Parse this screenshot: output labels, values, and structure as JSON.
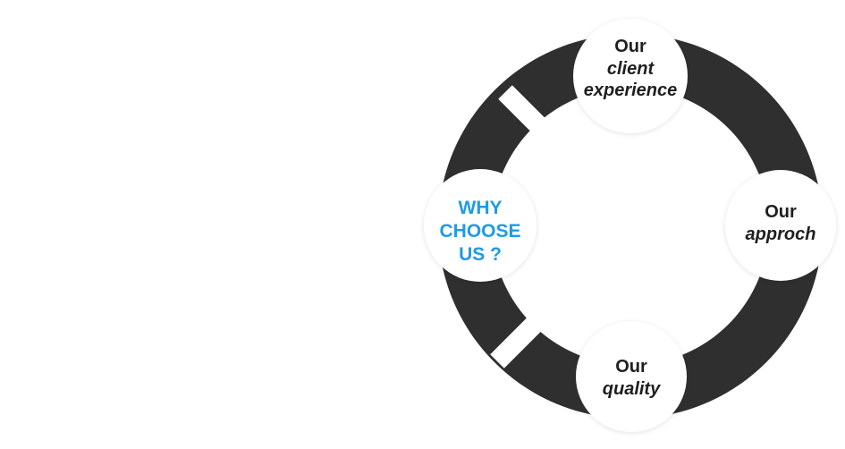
{
  "diagram": {
    "center": {
      "lines": [
        "WHY",
        "CHOOSE",
        "US ?"
      ],
      "color": "#1e9be6"
    },
    "nodes": [
      {
        "id": "client-experience",
        "lines": [
          "Our",
          "client",
          "experience"
        ]
      },
      {
        "id": "approach",
        "lines": [
          "Our",
          "approch"
        ]
      },
      {
        "id": "quality",
        "lines": [
          "Our",
          "quality"
        ]
      }
    ],
    "colors": {
      "ring": "#2f2f2f",
      "node_fill": "#ffffff",
      "text": "#1f1f1f"
    }
  }
}
